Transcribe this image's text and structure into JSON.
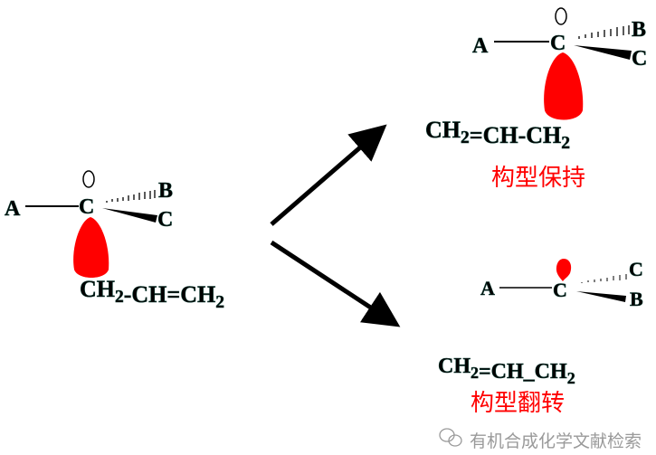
{
  "colors": {
    "lobe": "#ff0000",
    "caption": "#ff0000",
    "ink": "#000000"
  },
  "reactant": {
    "atom_a": "A",
    "center": "C",
    "hashed": "B",
    "wedged": "C",
    "chain": "CH2-CH=CH2"
  },
  "retention": {
    "atom_a": "A",
    "center": "C",
    "hashed": "B",
    "wedged": "C",
    "chain": "CH2=CH-CH2",
    "caption": "构型保持"
  },
  "inversion": {
    "atom_a": "A",
    "center": "C",
    "hashed": "C",
    "wedged": "B",
    "chain": "CH2=CH_CH2",
    "caption": "构型翻转"
  },
  "watermark": {
    "text": "有机合成化学文献检索",
    "icon": "wechat-icon"
  }
}
